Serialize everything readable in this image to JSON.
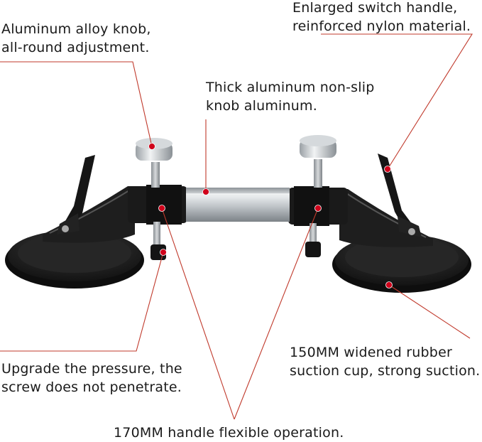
{
  "callouts": {
    "knob": [
      "Aluminum alloy knob,",
      "all-round adjustment."
    ],
    "switch_handle": [
      "Enlarged switch handle,",
      "reinforced nylon material."
    ],
    "bar": [
      "Thick aluminum non-slip",
      "knob aluminum."
    ],
    "screw": [
      "Upgrade the pressure, the",
      "screw does not penetrate."
    ],
    "cup": [
      "150MM widened rubber",
      "suction cup, strong suction."
    ],
    "handle": [
      "170MM handle flexible operation."
    ]
  },
  "colors": {
    "leader_line": "#c0392b",
    "marker_dot": "#d0021b",
    "cup_rubber": "#1b1b1b",
    "aluminum": "#c9cdd1"
  }
}
